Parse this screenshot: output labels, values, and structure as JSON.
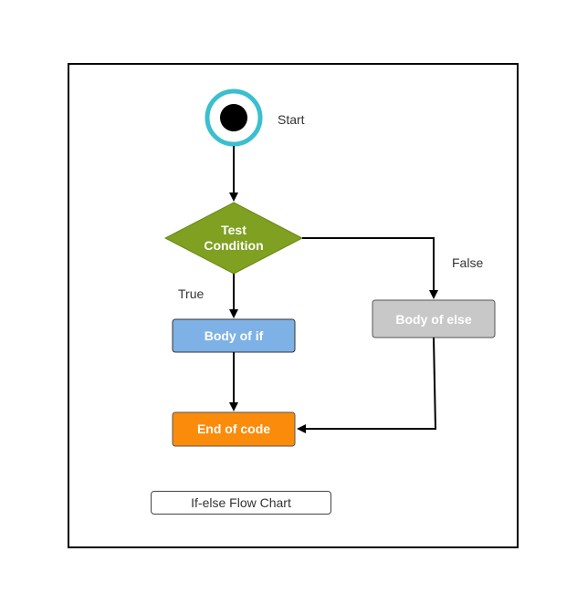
{
  "diagram": {
    "nodes": {
      "start": {
        "label": "Start",
        "ring_color": "#3bbfcf",
        "dot_color": "#000000"
      },
      "test_condition": {
        "label_line1": "Test",
        "label_line2": "Condition",
        "fill": "#7fa020"
      },
      "body_if": {
        "label": "Body of if",
        "fill": "#7eb2e6"
      },
      "body_else": {
        "label": "Body of else",
        "fill": "#c8c8c8"
      },
      "end": {
        "label": "End of code",
        "fill": "#fb8c0b"
      }
    },
    "edges": {
      "true_label": "True",
      "false_label": "False"
    },
    "caption": "If-else Flow Chart"
  }
}
